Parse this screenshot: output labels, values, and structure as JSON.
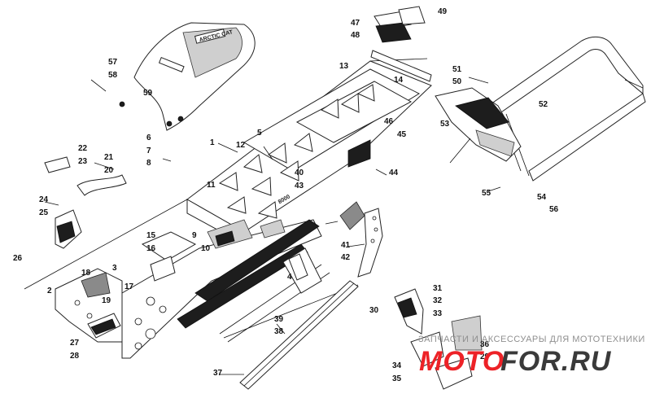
{
  "diagram": {
    "seat_badge": "ARCTIC CAT",
    "tunnel_badge": "8000",
    "callouts": [
      "1",
      "2",
      "3",
      "4",
      "5",
      "6",
      "7",
      "8",
      "9",
      "10",
      "11",
      "12",
      "13",
      "14",
      "15",
      "16",
      "17",
      "18",
      "19",
      "20",
      "21",
      "22",
      "23",
      "24",
      "25",
      "26",
      "27",
      "28",
      "29",
      "30",
      "31",
      "32",
      "33",
      "34",
      "35",
      "36",
      "37",
      "38",
      "39",
      "40",
      "41",
      "42",
      "43",
      "44",
      "45",
      "46",
      "47",
      "48",
      "49",
      "50",
      "51",
      "52",
      "53",
      "54",
      "55",
      "56",
      "57",
      "58",
      "59"
    ]
  },
  "watermark": {
    "caption": "ЗАПЧАСТИ И АКСЕССУАРЫ ДЛЯ МОТОТЕХНИКИ",
    "logo_left": "MOTO",
    "logo_right": "FOR.RU"
  }
}
